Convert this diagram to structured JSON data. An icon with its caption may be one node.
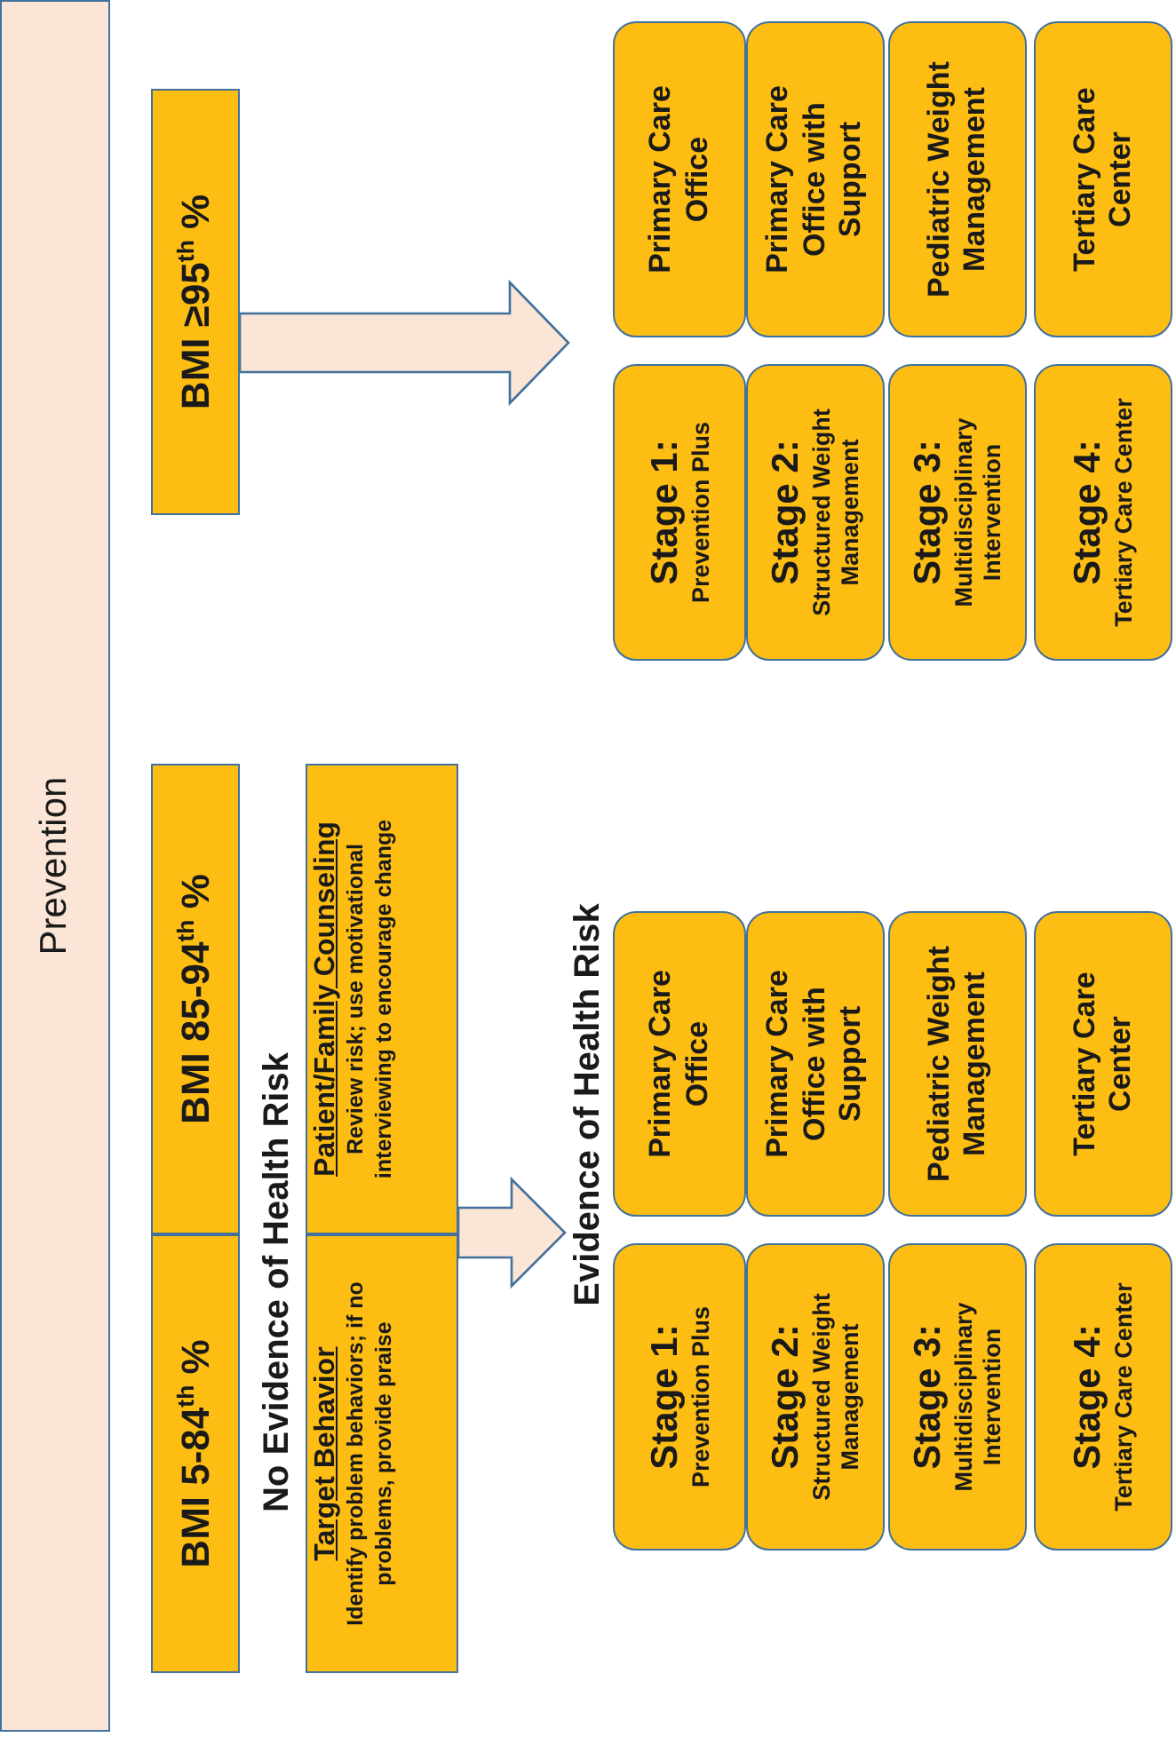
{
  "diagram": {
    "nodes": [
      {
        "text": [
          "Prevention"
        ]
      },
      {
        "text": [
          "BMI 5-84$^{th}$ %"
        ]
      },
      {
        "text": [
          "BMI 85-94$^{th}$ %"
        ]
      },
      {
        "text": [
          "BMI ≥95$^{th}$ %"
        ]
      },
      {
        "text": [
          "Target Behavior",
          "Identify problem behaviors;  if no problems, provide praise"
        ]
      },
      {
        "text": [
          "Patient/Family Counseling",
          "Review risk;  use motivational interviewing to encourage change"
        ]
      },
      {
        "text": [
          "Evidence of Health Risk"
        ]
      },
      {
        "text": [
          "Stage 1:",
          "Prevention Plus"
        ]
      },
      {
        "text": [
          "Primary Care Office"
        ]
      },
      {
        "text": [
          "Stage 2:",
          "Structured Weight Management"
        ]
      },
      {
        "text": [
          "Primary Care Office with Support"
        ]
      },
      {
        "text": [
          "Stage 3:",
          "Multidisciplinary Intervention"
        ]
      },
      {
        "text": [
          "Pediatric Weight Management"
        ]
      },
      {
        "text": [
          "Stage 4:",
          "Tertiary Care Center"
        ]
      },
      {
        "text": [
          "Tertiary Care Center"
        ]
      },
      {
        "text": [
          "Stage 1:",
          "Prevention Plus"
        ]
      },
      {
        "text": [
          "Primary Care Office"
        ]
      },
      {
        "text": [
          "Stage 2:",
          "Structured Weight Management"
        ]
      },
      {
        "text": [
          "Primary Care Office with Support"
        ]
      },
      {
        "text": [
          "Stage 3:",
          "Multidisciplinary Intervention"
        ]
      },
      {
        "text": [
          "Pediatric Weight Management"
        ]
      },
      {
        "text": [
          "Stage 4:",
          "Tertiary Care Center"
        ]
      },
      {
        "text": [
          "Tertiary Care Center"
        ]
      }
    ],
    "edges": [
      {
        "from": 4,
        "to": 6,
        "arrow": "to"
      },
      {
        "from": 3,
        "to": null,
        "arrow": "to"
      }
    ],
    "labels": [
      "No Evidence of Health Risk"
    ]
  }
}
